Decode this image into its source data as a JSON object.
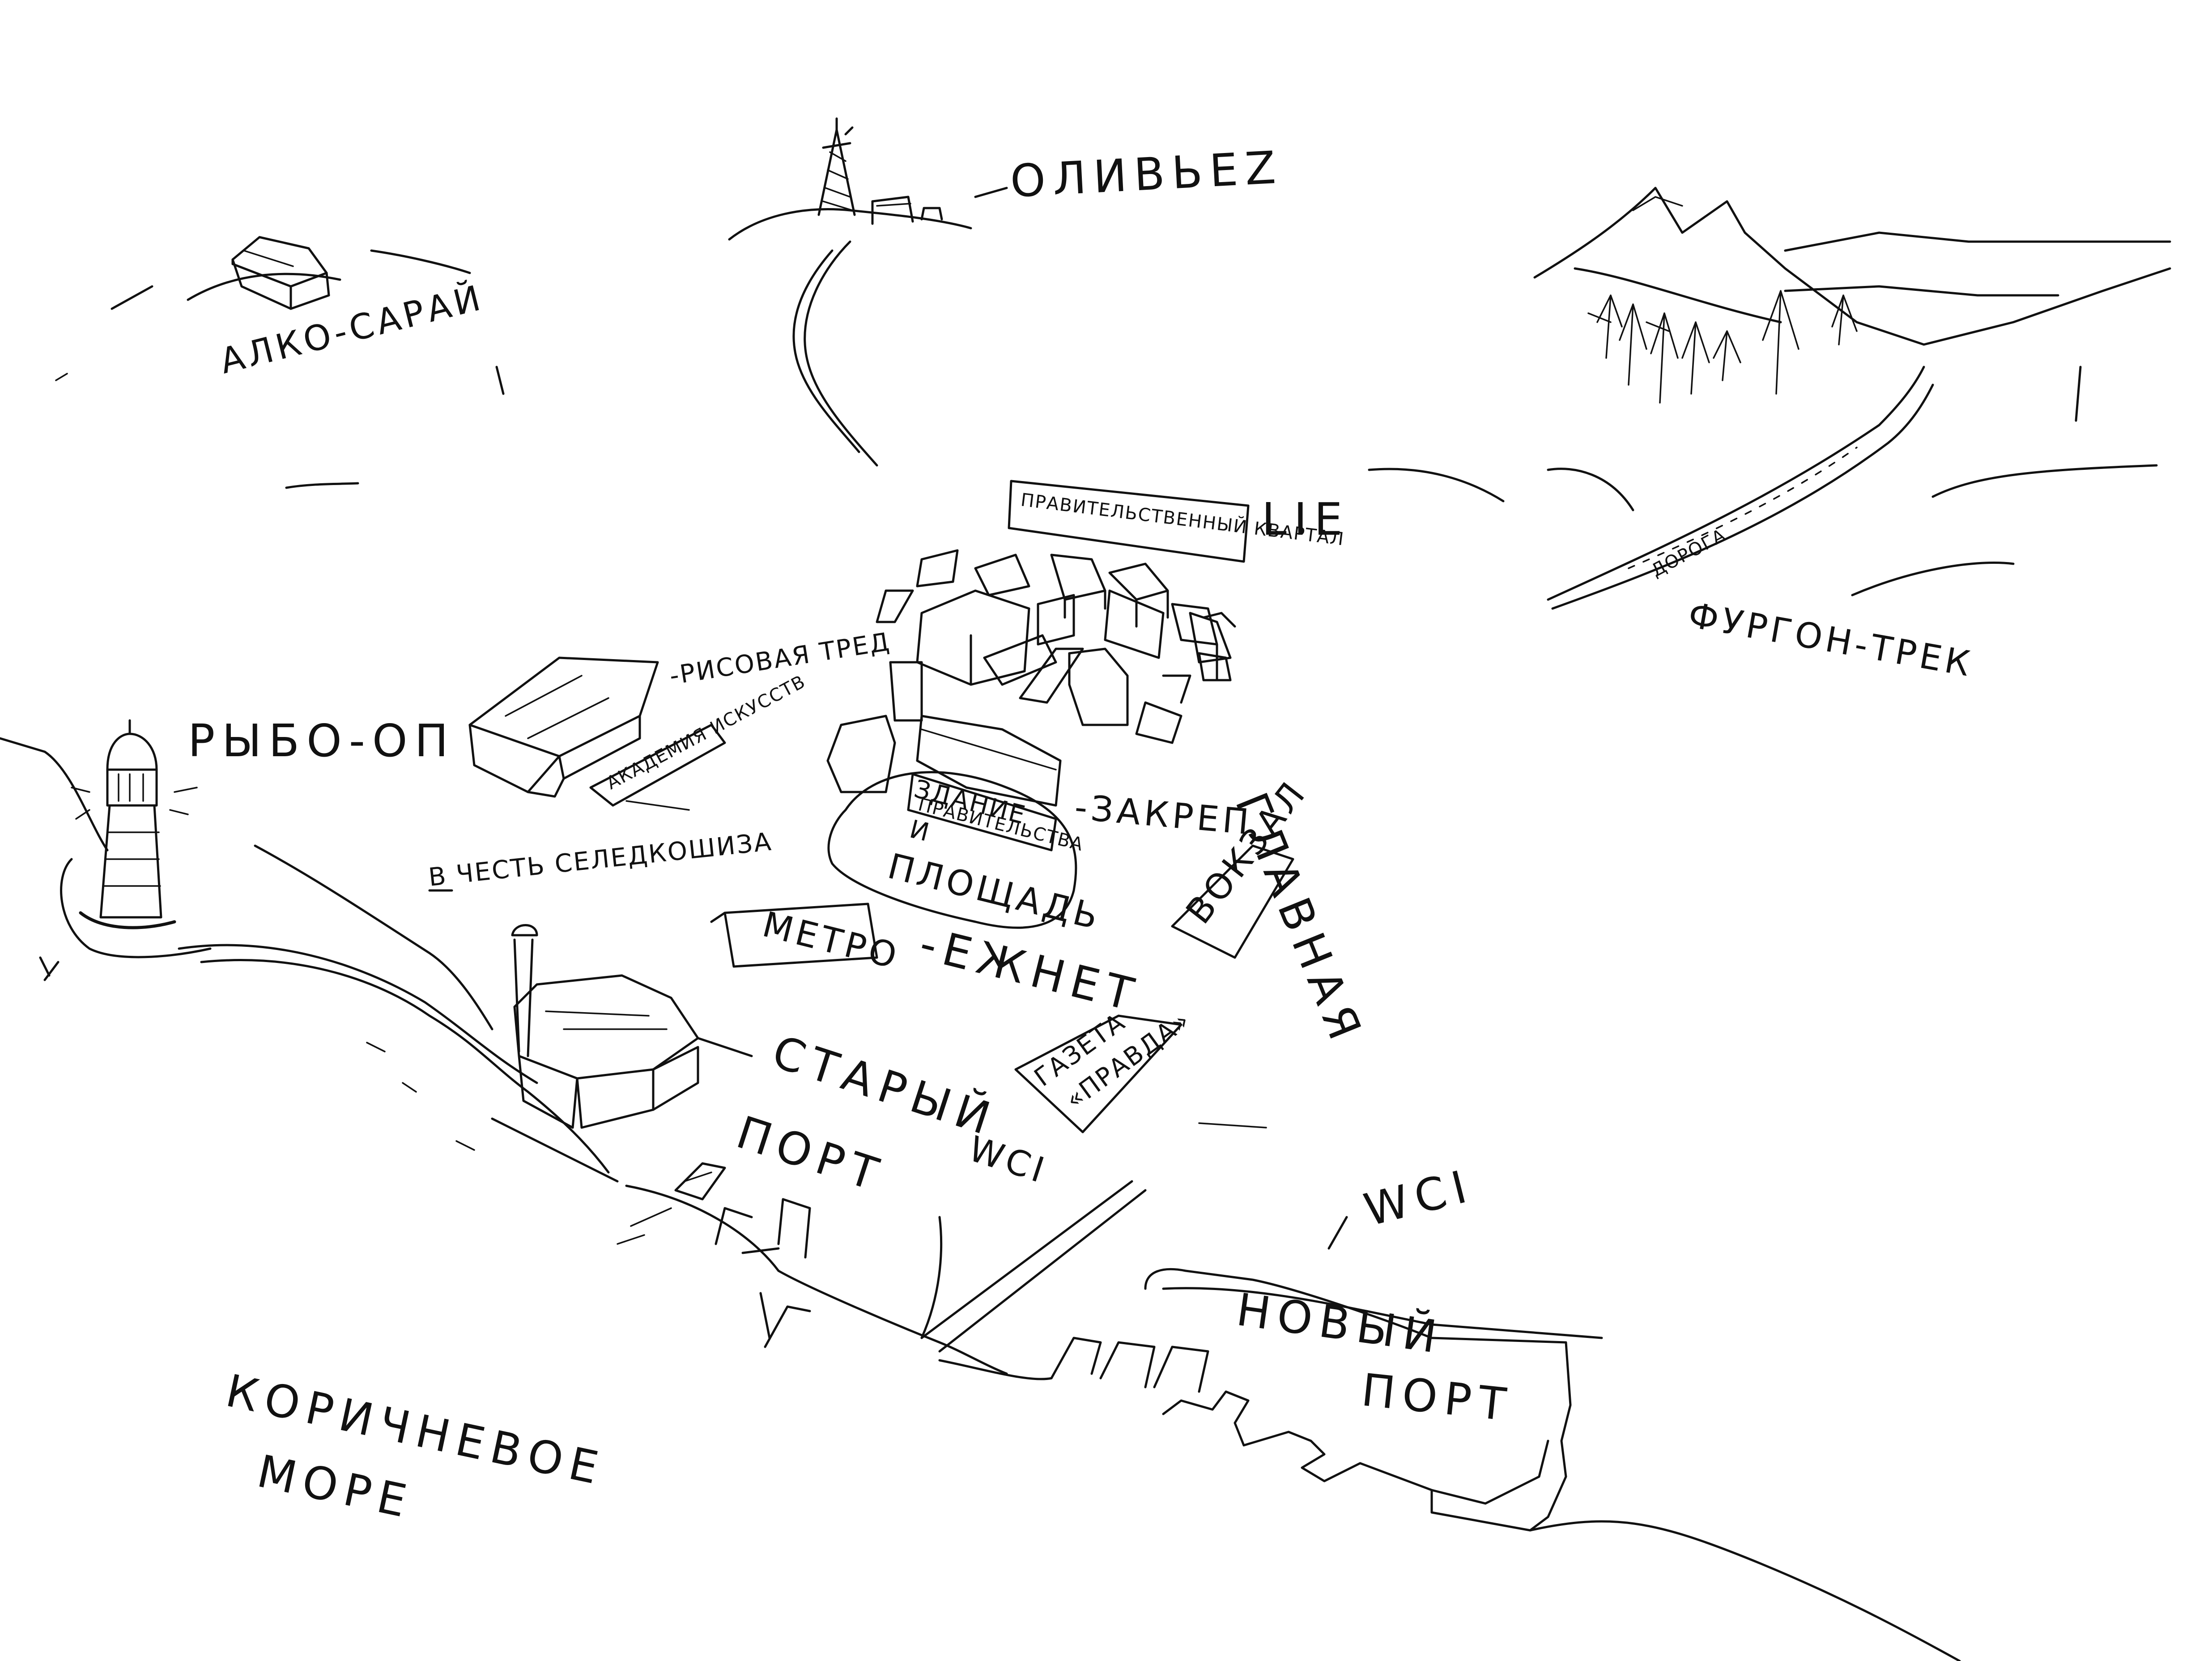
{
  "labels": {
    "alko_sarai": "АЛКО-САРАЙ",
    "olivbez": "ОЛИВЬЕZ",
    "furgon_trek": "ФУРГОН-ТРЕК",
    "road_sign": "ДОРОГА",
    "gov_quarter": "ПРАВИТЕЛЬСТВЕННЫЙ КВАРТАЛ",
    "gov_quarter_suffix": "LIE",
    "rice_trade": "-РИСОВАЯ ТРЕД",
    "academy": "АКАДЕМИЯ ИСКУССТВ",
    "rybo_op": "РЫБО-ОП",
    "in_honor": "В ЧЕСТЬ СЕЛЕДКОШИЗА",
    "gov_building_1": "ЗДАНИЕ",
    "gov_building_2": "ПРАВИТЕЛЬСТВА",
    "gov_building_3": "И",
    "gov_building_4": "ПЛОЩАДЬ",
    "zakrep": "-ЗАКРЕП",
    "glavnaya": "ГЛАВНАЯ",
    "vokzal": "ВОКЗАЛ",
    "metro": "МЕТРО",
    "ezhnet": "-ЕЖНЕТ",
    "gazeta_1": "ГАЗЕТА",
    "gazeta_2": "«ПРАВДА»",
    "old_port_1": "СТАРЫЙ",
    "old_port_2": "ПОРТ",
    "wci_left": "WCI",
    "wci_right": "WCI",
    "new_port_1": "НОВЫЙ",
    "new_port_2": "ПОРТ",
    "sea_1": "КОРИЧНЕВОЕ",
    "sea_2": "МОРЕ"
  }
}
